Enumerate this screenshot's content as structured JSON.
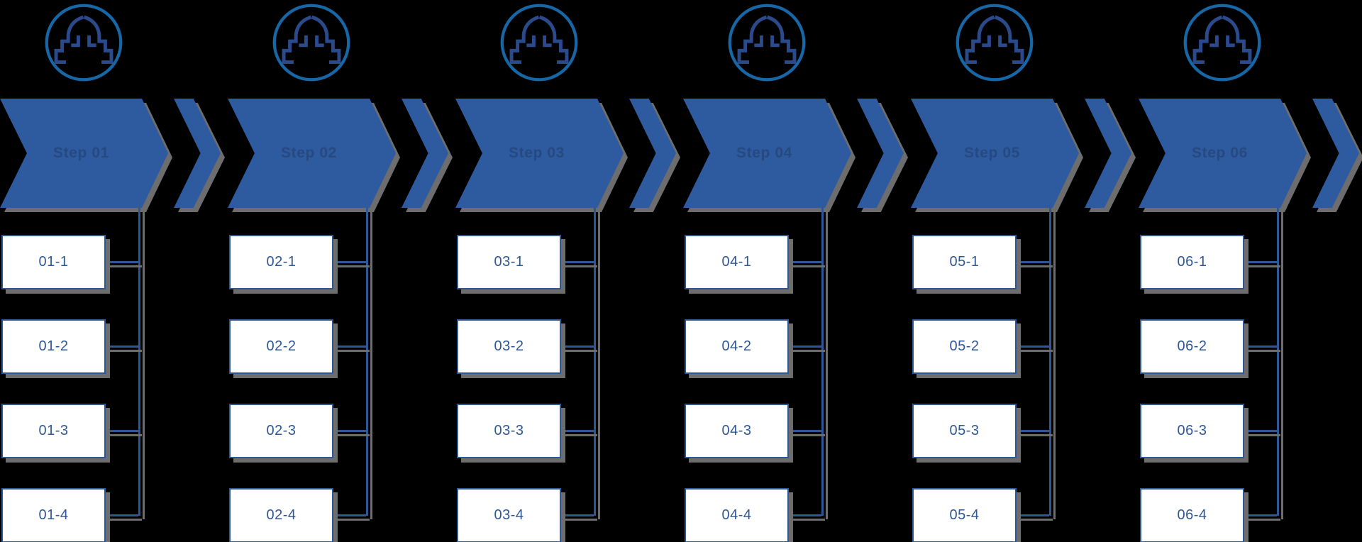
{
  "diagram": {
    "background": "#000000",
    "type": "process-flow-chevrons",
    "step_count": 6
  },
  "colors": {
    "chevron_fill": "#2e5aa0",
    "chevron_label": "#26497f",
    "connector_blue": "#2e5795",
    "box_background": "#ffffff",
    "circle_stroke": "#1767a7",
    "icon_glyph": "#2b4a8c",
    "drop_shadow": "#6d6d6d"
  },
  "icons": {
    "split-stairs-icon": "circle with two mirrored curved staircase arrows",
    "document-pen-icon": "circle with document sheet and signing pen",
    "flag-icon": "circle with pennant flag on pole"
  },
  "steps": [
    {
      "label": "Step 01",
      "icon": "split-stairs-icon",
      "items": [
        "01-1",
        "01-2",
        "01-3",
        "01-4"
      ]
    },
    {
      "label": "Step 02",
      "icon": "split-stairs-icon",
      "items": [
        "02-1",
        "02-2",
        "02-3",
        "02-4"
      ]
    },
    {
      "label": "Step 03",
      "icon": "document-pen-icon",
      "items": [
        "03-1",
        "03-2",
        "03-3",
        "03-4"
      ]
    },
    {
      "label": "Step 04",
      "icon": "split-stairs-icon",
      "items": [
        "04-1",
        "04-2",
        "04-3",
        "04-4"
      ]
    },
    {
      "label": "Step 05",
      "icon": "flag-icon",
      "items": [
        "05-1",
        "05-2",
        "05-3",
        "05-4"
      ]
    },
    {
      "label": "Step 06",
      "icon": "split-stairs-icon",
      "items": [
        "06-1",
        "06-2",
        "06-3",
        "06-4"
      ]
    }
  ],
  "trailing_separator": true
}
